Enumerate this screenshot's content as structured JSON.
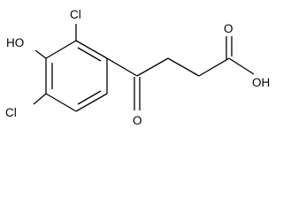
{
  "molecule": {
    "atoms": {
      "cl_top": "Cl",
      "hydroxyl": "HO",
      "cl_bottom": "Cl",
      "keto_oxygen": "O",
      "acid_oxygen": "O",
      "acid_hydroxyl": "OH"
    }
  }
}
